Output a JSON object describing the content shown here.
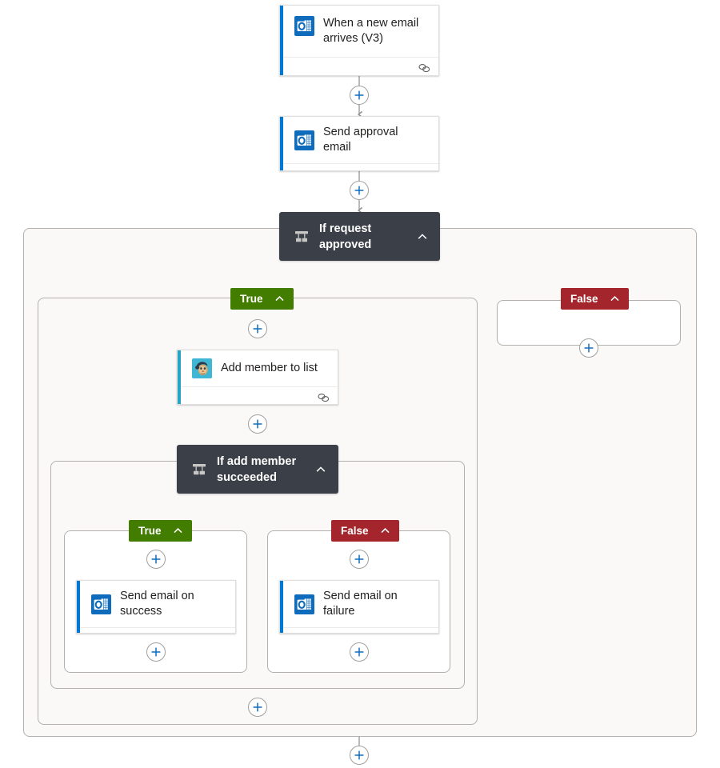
{
  "canvas": {
    "background": "#ffffff",
    "scope_background": "#faf9f8",
    "scope_border": "#b3b0ad",
    "connector_color": "#979593",
    "accent_blue": "#0078d4",
    "accent_outlook": "#0f6cbd",
    "accent_mailchimp": "#27a4c3",
    "condition_bg": "#3b4048",
    "true_color": "#427d00",
    "false_color": "#a4262c",
    "plus_glyph_color": "#0f6cbd"
  },
  "nodes": {
    "trigger": {
      "title": "When a new email arrives (V3)",
      "icon": "outlook-icon",
      "accent": "#0078d4",
      "footer_icon": "connector-link-icon"
    },
    "send_approval": {
      "title": "Send approval email",
      "icon": "outlook-icon",
      "accent": "#0078d4",
      "footer_icon": "connector-link-icon"
    },
    "if_request_approved": {
      "title": "If request approved",
      "icon": "condition-icon",
      "collapse_icon": "chevron-up-icon"
    },
    "add_member": {
      "title": "Add member to list",
      "icon": "mailchimp-icon",
      "accent": "#27a4c3",
      "footer_icon": "connector-link-icon"
    },
    "if_add_member_succeeded": {
      "title": "If add member succeeded",
      "icon": "condition-icon",
      "collapse_icon": "chevron-up-icon"
    },
    "send_email_success": {
      "title": "Send email on success",
      "icon": "outlook-icon",
      "accent": "#0078d4",
      "footer_icon": "connector-link-icon"
    },
    "send_email_failure": {
      "title": "Send email on failure",
      "icon": "outlook-icon",
      "accent": "#0078d4",
      "footer_icon": "connector-link-icon"
    }
  },
  "branches": {
    "outer_true": {
      "label": "True",
      "collapse_icon": "chevron-up-icon"
    },
    "outer_false": {
      "label": "False",
      "collapse_icon": "chevron-up-icon"
    },
    "inner_true": {
      "label": "True",
      "collapse_icon": "chevron-up-icon"
    },
    "inner_false": {
      "label": "False",
      "collapse_icon": "chevron-up-icon"
    }
  },
  "add_buttons": {
    "after_trigger": "+",
    "after_send_approval": "+",
    "outer_false_branch": "+",
    "outer_true_before_add_member": "+",
    "outer_true_after_add_member": "+",
    "inner_true_before_success": "+",
    "inner_true_after_success": "+",
    "inner_false_before_failure": "+",
    "inner_false_after_failure": "+",
    "outer_true_bottom": "+",
    "flow_bottom": "+"
  }
}
